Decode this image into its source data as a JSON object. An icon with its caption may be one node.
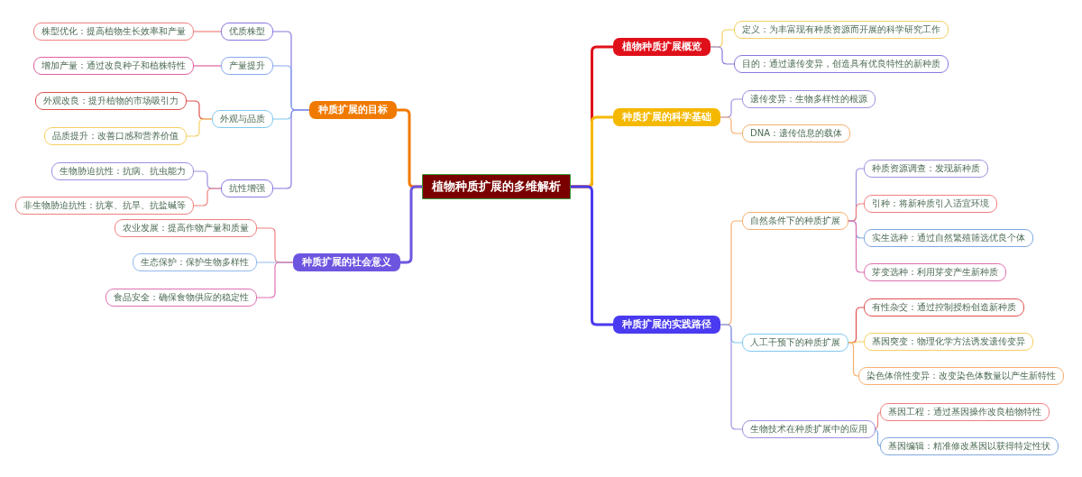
{
  "diagram": {
    "nodes": [
      {
        "text": [
          "植物种质扩展的多维解析"
        ]
      },
      {
        "text": [
          "种质扩展的目标"
        ]
      },
      {
        "text": [
          "优质株型"
        ]
      },
      {
        "text": [
          "株型优化：提高植物生长效率和产量"
        ]
      },
      {
        "text": [
          "产量提升"
        ]
      },
      {
        "text": [
          "增加产量：通过改良种子和植株特性"
        ]
      },
      {
        "text": [
          "外观与品质"
        ]
      },
      {
        "text": [
          "外观改良：提升植物的市场吸引力"
        ]
      },
      {
        "text": [
          "品质提升：改善口感和营养价值"
        ]
      },
      {
        "text": [
          "抗性增强"
        ]
      },
      {
        "text": [
          "生物胁迫抗性：抗病、抗虫能力"
        ]
      },
      {
        "text": [
          "非生物胁迫抗性：抗寒、抗旱、抗盐碱等"
        ]
      },
      {
        "text": [
          "种质扩展的社会意义"
        ]
      },
      {
        "text": [
          "农业发展：提高作物产量和质量"
        ]
      },
      {
        "text": [
          "生态保护：保护生物多样性"
        ]
      },
      {
        "text": [
          "食品安全：确保食物供应的稳定性"
        ]
      },
      {
        "text": [
          "植物种质扩展概览"
        ]
      },
      {
        "text": [
          "定义：为丰富现有种质资源而开展的科学研究工作"
        ]
      },
      {
        "text": [
          "目的：通过遗传变异，创造具有优良特性的新种质"
        ]
      },
      {
        "text": [
          "种质扩展的科学基础"
        ]
      },
      {
        "text": [
          "遗传变异：生物多样性的根源"
        ]
      },
      {
        "text": [
          "DNA：遗传信息的载体"
        ]
      },
      {
        "text": [
          "种质扩展的实践路径"
        ]
      },
      {
        "text": [
          "自然条件下的种质扩展"
        ]
      },
      {
        "text": [
          "种质资源调查：发现新种质"
        ]
      },
      {
        "text": [
          "引种：将新种质引入适宜环境"
        ]
      },
      {
        "text": [
          "实生选种：通过自然繁殖筛选优良个体"
        ]
      },
      {
        "text": [
          "芽变选种：利用芽变产生新种质"
        ]
      },
      {
        "text": [
          "人工干预下的种质扩展"
        ]
      },
      {
        "text": [
          "有性杂交：通过控制授粉创造新种质"
        ]
      },
      {
        "text": [
          "基因突变：物理化学方法诱发遗传变异"
        ]
      },
      {
        "text": [
          "染色体倍性变异：改变染色体数量以产生新特性"
        ]
      },
      {
        "text": [
          "生物技术在种质扩展中的应用"
        ]
      },
      {
        "text": [
          "基因工程：通过基因操作改良植物特性"
        ]
      },
      {
        "text": [
          "基因编辑：精准修改基因以获得特定性状"
        ]
      }
    ],
    "edges": [
      {
        "from": 0,
        "to": 1,
        "arrow": "none",
        "style": "thick",
        "color": "#f07a00"
      },
      {
        "from": 1,
        "to": 2,
        "arrow": "none",
        "color": "#8878e0"
      },
      {
        "from": 2,
        "to": 3,
        "arrow": "none",
        "color": "#f08080"
      },
      {
        "from": 1,
        "to": 4,
        "arrow": "none",
        "color": "#88a8f0"
      },
      {
        "from": 4,
        "to": 5,
        "arrow": "none",
        "color": "#e060a0"
      },
      {
        "from": 1,
        "to": 6,
        "arrow": "none",
        "color": "#80c8f0"
      },
      {
        "from": 6,
        "to": 7,
        "arrow": "none",
        "color": "#e05050"
      },
      {
        "from": 6,
        "to": 8,
        "arrow": "none",
        "color": "#f5d060"
      },
      {
        "from": 1,
        "to": 9,
        "arrow": "none",
        "color": "#8878e0"
      },
      {
        "from": 9,
        "to": 10,
        "arrow": "none",
        "color": "#a090e0"
      },
      {
        "from": 9,
        "to": 11,
        "arrow": "none",
        "color": "#f08080"
      },
      {
        "from": 0,
        "to": 12,
        "arrow": "none",
        "style": "thick",
        "color": "#6e55e0"
      },
      {
        "from": 12,
        "to": 13,
        "arrow": "none",
        "color": "#f08080"
      },
      {
        "from": 12,
        "to": 14,
        "arrow": "none",
        "color": "#90b8f0"
      },
      {
        "from": 12,
        "to": 15,
        "arrow": "none",
        "color": "#e070b0"
      },
      {
        "from": 0,
        "to": 16,
        "arrow": "none",
        "style": "thick",
        "color": "#e0101a"
      },
      {
        "from": 16,
        "to": 17,
        "arrow": "none",
        "color": "#f5d060"
      },
      {
        "from": 16,
        "to": 18,
        "arrow": "none",
        "color": "#8878e0"
      },
      {
        "from": 0,
        "to": 19,
        "arrow": "none",
        "style": "thick",
        "color": "#f5b800"
      },
      {
        "from": 19,
        "to": 20,
        "arrow": "none",
        "color": "#a090e0"
      },
      {
        "from": 19,
        "to": 21,
        "arrow": "none",
        "color": "#f5b070"
      },
      {
        "from": 0,
        "to": 22,
        "arrow": "none",
        "style": "thick",
        "color": "#4a3af0"
      },
      {
        "from": 22,
        "to": 23,
        "arrow": "none",
        "color": "#f5b070"
      },
      {
        "from": 23,
        "to": 24,
        "arrow": "none",
        "color": "#a090e0"
      },
      {
        "from": 23,
        "to": 25,
        "arrow": "none",
        "color": "#f08080"
      },
      {
        "from": 23,
        "to": 26,
        "arrow": "none",
        "color": "#80a8e0"
      },
      {
        "from": 23,
        "to": 27,
        "arrow": "none",
        "color": "#e070b0"
      },
      {
        "from": 22,
        "to": 28,
        "arrow": "none",
        "color": "#80c8f0"
      },
      {
        "from": 28,
        "to": 29,
        "arrow": "none",
        "color": "#e05050"
      },
      {
        "from": 28,
        "to": 30,
        "arrow": "none",
        "color": "#f5d060"
      },
      {
        "from": 28,
        "to": 31,
        "arrow": "none",
        "color": "#f5b070"
      },
      {
        "from": 22,
        "to": 32,
        "arrow": "none",
        "color": "#a090e0"
      },
      {
        "from": 32,
        "to": 33,
        "arrow": "none",
        "color": "#f08080"
      },
      {
        "from": 32,
        "to": 34,
        "arrow": "none",
        "color": "#80a8e0"
      }
    ]
  }
}
